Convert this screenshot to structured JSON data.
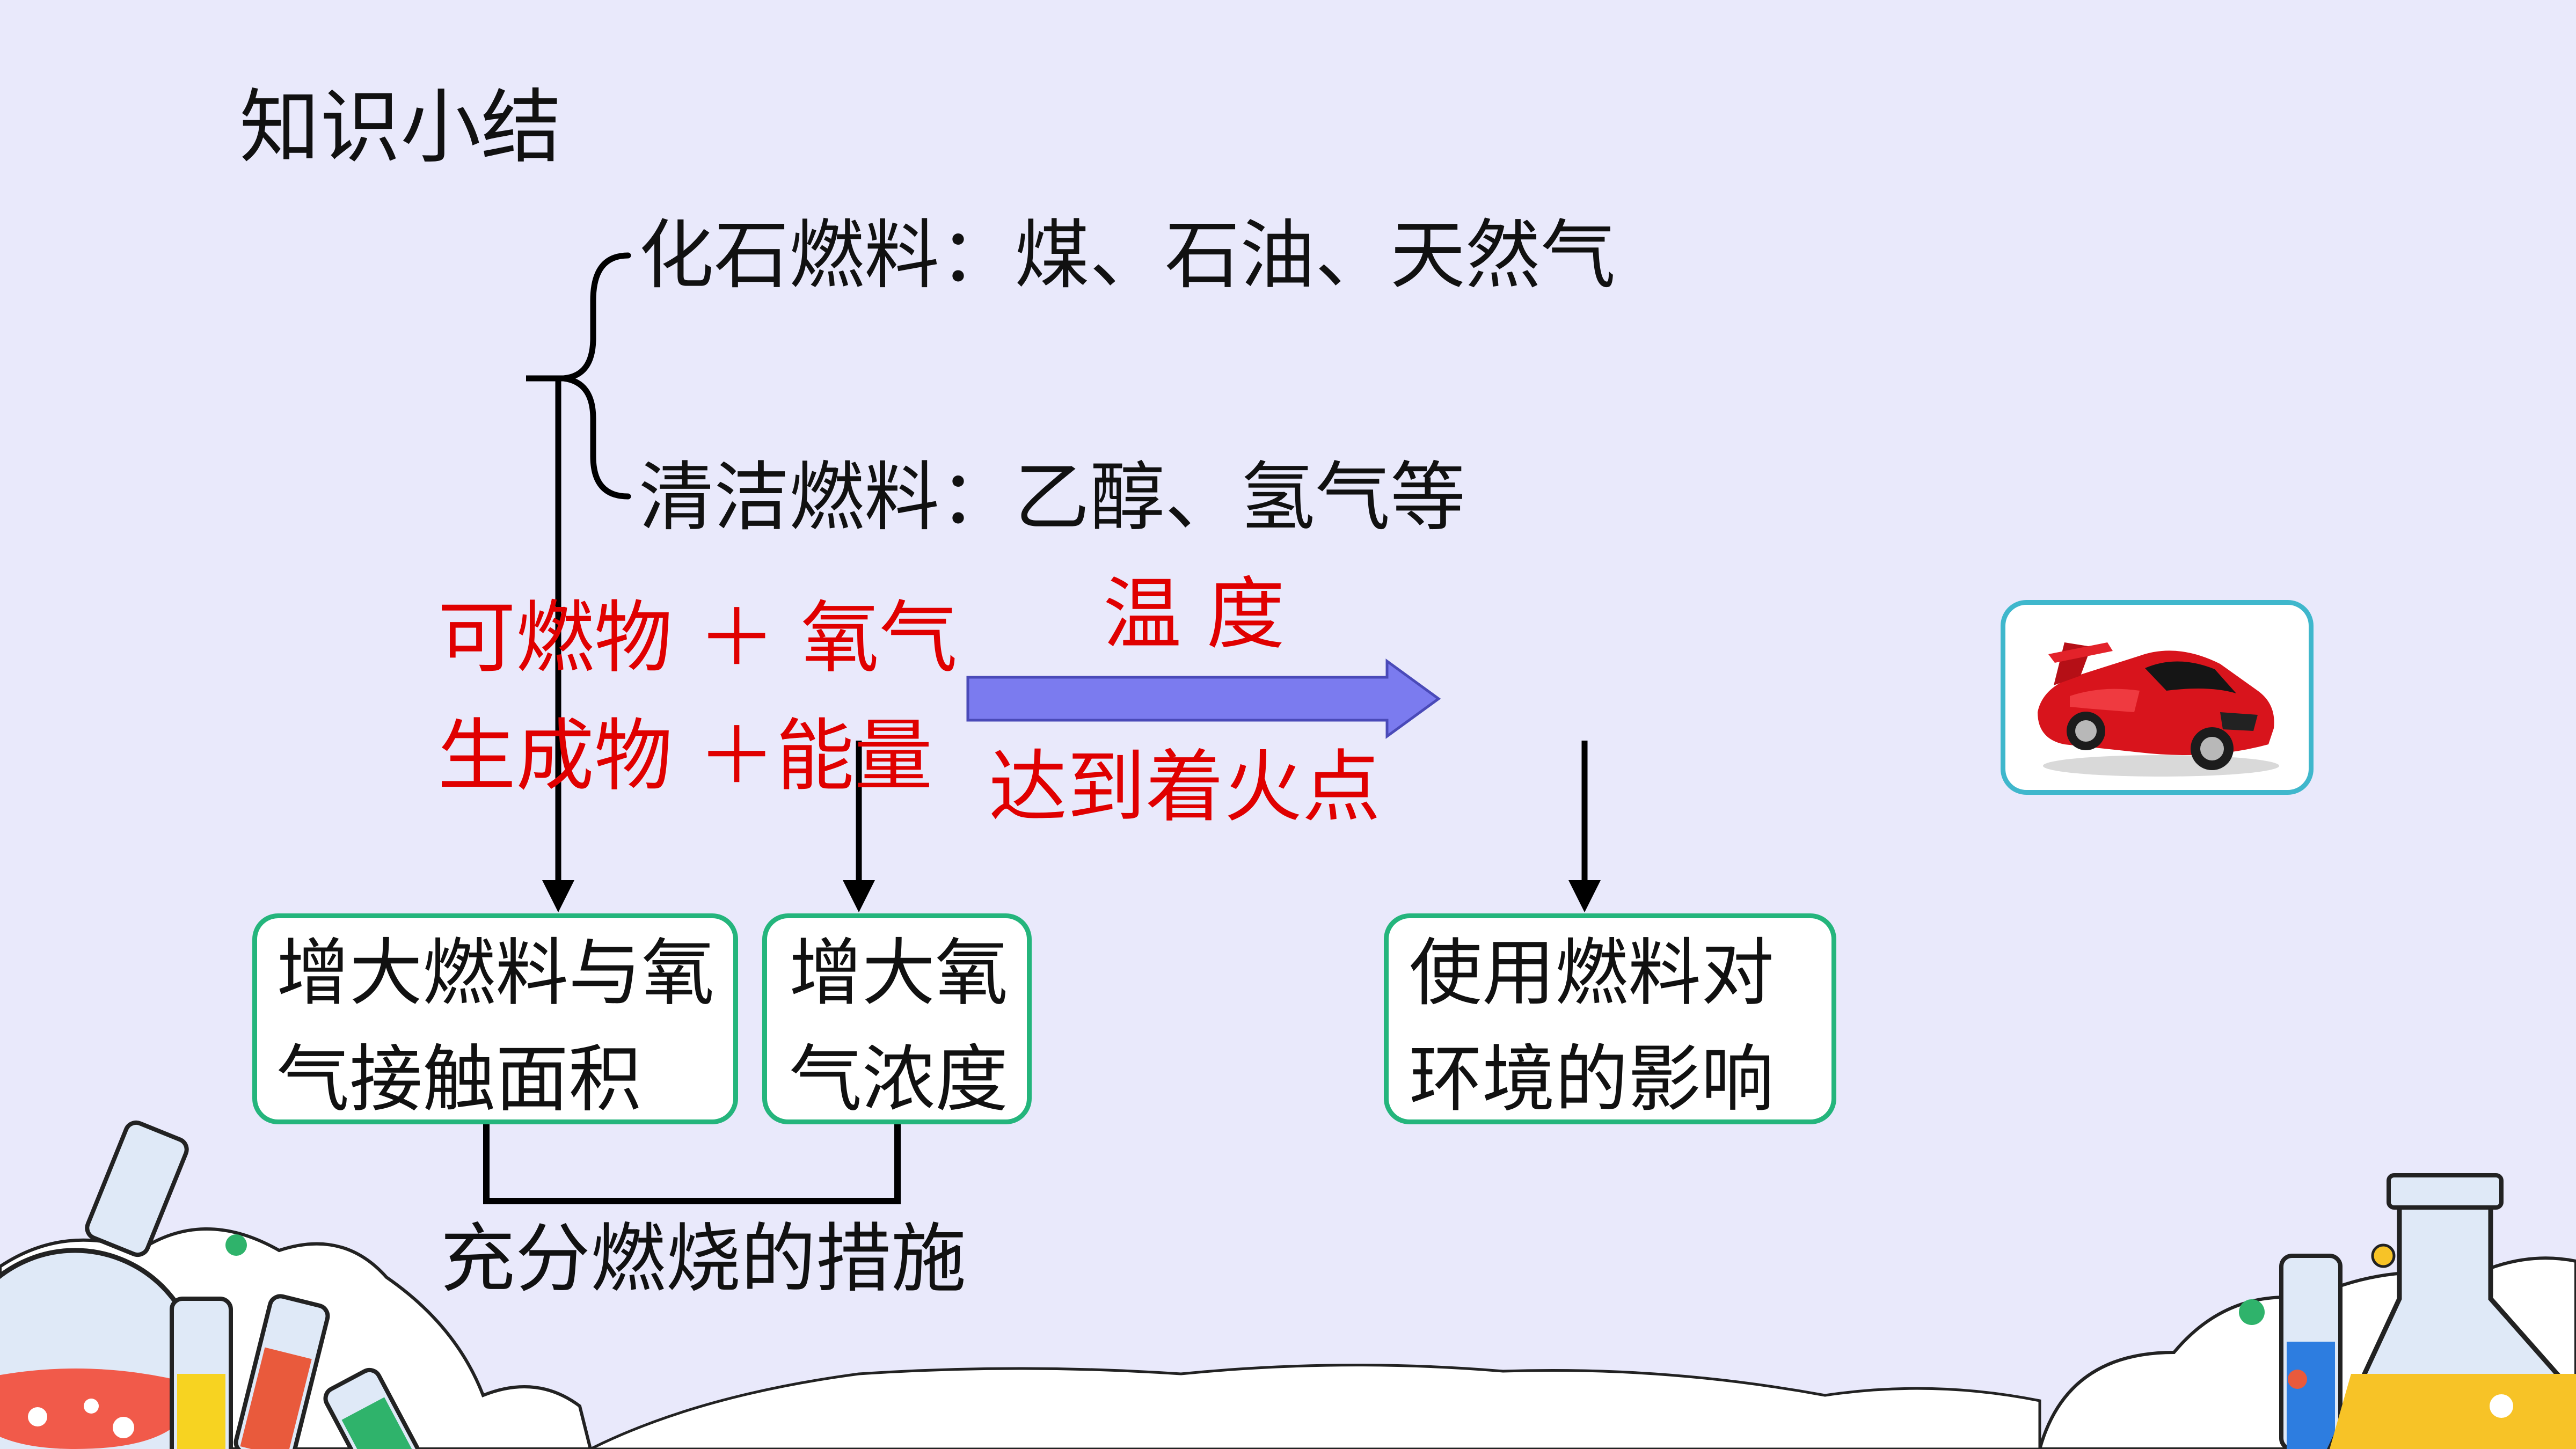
{
  "slide": {
    "title": "知识小结",
    "fuels": {
      "fossil": "化石燃料：煤、石油、天然气",
      "clean": "清洁燃料：乙醇、氢气等"
    },
    "reaction": {
      "reactants": "可燃物 ＋ 氧气",
      "products": "生成物 ＋能量",
      "condition_top": "温 度",
      "condition_bottom": "达到着火点"
    },
    "boxes": {
      "surface_line1": "增大燃料与氧",
      "surface_line2": "气接触面积",
      "oxygen_line1": "增大氧",
      "oxygen_line2": "气浓度",
      "environment_line1": "使用燃料对",
      "environment_line2": "环境的影响"
    },
    "measures_label": "充分燃烧的措施"
  },
  "colors": {
    "background": "#e9e9fb",
    "text": "#111111",
    "highlight": "#e00000",
    "box_border": "#24b57c",
    "arrow_fill": "#7b7bef",
    "car_frame": "#3fb7cc"
  }
}
